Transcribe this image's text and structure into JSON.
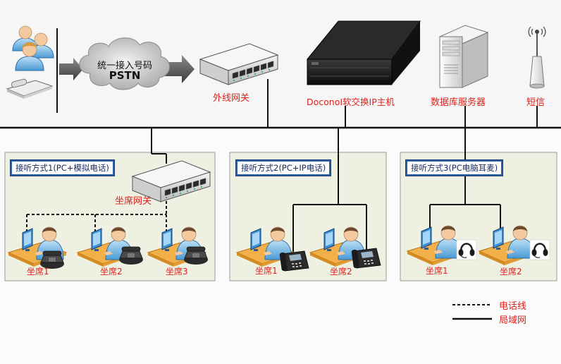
{
  "top": {
    "cloud_line1": "统一接入号码",
    "cloud_line2": "PSTN",
    "gateway_label": "外线网关",
    "server_label": "DoconoⅠ软交换IP主机",
    "db_label": "数据库服务器",
    "sms_label": "短信"
  },
  "modes": [
    {
      "title": "接听方式1(PC+模拟电话)",
      "gateway_label": "坐席网关",
      "seats": [
        "坐席1",
        "坐席2",
        "坐席3"
      ]
    },
    {
      "title": "接听方式2(PC+IP电话)",
      "seats": [
        "坐席1",
        "坐席2"
      ]
    },
    {
      "title": "接听方式3(PC电脑耳麦)",
      "seats": [
        "坐席1",
        "坐席2"
      ]
    }
  ],
  "legend": {
    "phone_line": "电话线",
    "lan": "局域网"
  },
  "colors": {
    "label_red": "#e0201c",
    "panel_fill": "#eef0e2",
    "title_border": "#2b5fa8",
    "line": "#111111"
  }
}
